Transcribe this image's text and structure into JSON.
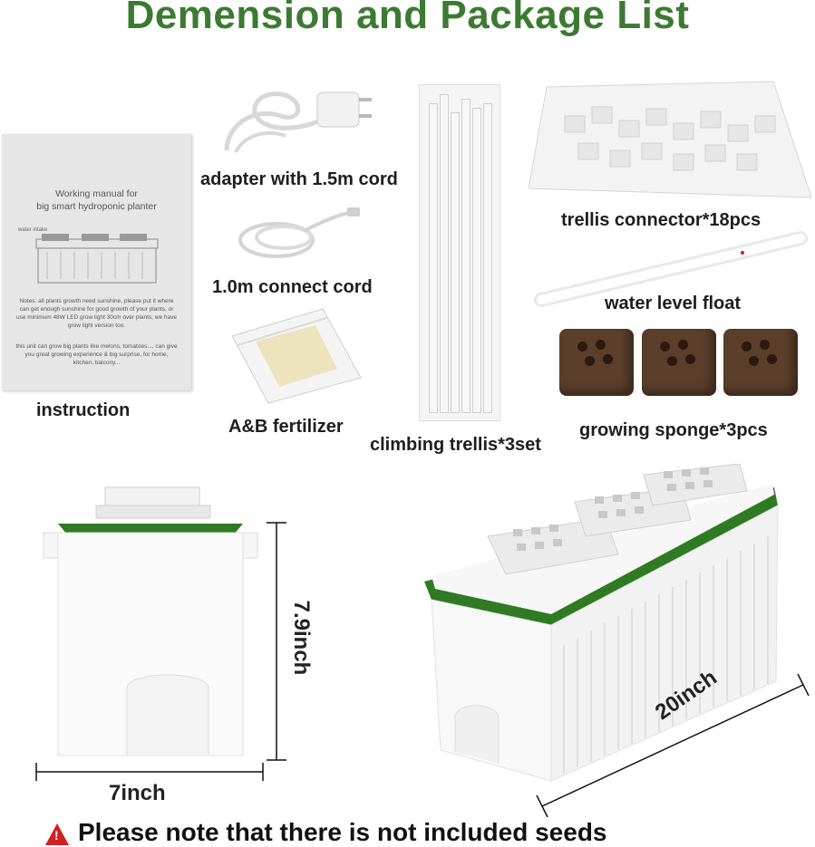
{
  "title": "Demension and Package List",
  "items": {
    "instruction": "instruction",
    "adapter": "adapter with 1.5m cord",
    "connect_cord": "1.0m connect cord",
    "fertilizer": "A&B fertilizer",
    "trellis": "climbing trellis*3set",
    "connector": "trellis connector*18pcs",
    "float": "water level float",
    "sponge": "growing sponge*3pcs"
  },
  "manual": {
    "heading_line1": "Working manual for",
    "heading_line2": "big smart hydroponic planter",
    "diagram_label": "water intake",
    "notes": "Notes: all plants growth need sunshine, please put it where can get enough sunshine for good growth of your plants, or use minimum 48W LED grow light 30cm over plants, we have grow light version too.",
    "notes2": "this unit can grow big plants like melons, tomatoes..., can give you great growing experience & big surprise, for home, kitchen, balcony..."
  },
  "dimensions": {
    "height": "7.9inch",
    "width": "7inch",
    "length": "20inch"
  },
  "warning": "Please note that there is not included seeds",
  "colors": {
    "brand_green": "#3c7a32",
    "rim_green": "#2f7a22",
    "warning_red": "#d02020"
  }
}
